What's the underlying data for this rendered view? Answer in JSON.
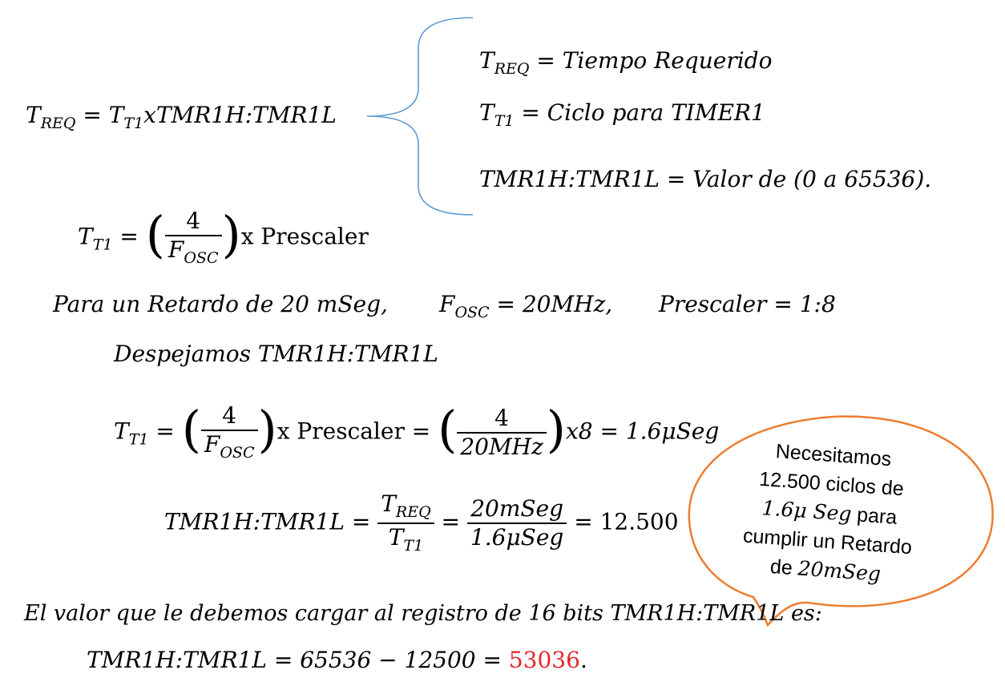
{
  "colors": {
    "text": "#000000",
    "brace": "#5b9bd5",
    "bubble": "#ed7d31",
    "highlight": "#e8262a"
  },
  "eq_main": {
    "T": "T",
    "sub_req": "REQ",
    "eq": " = ",
    "sub_t1": "T1",
    "rest": "xTMR1H:TMR1L"
  },
  "definitions": [
    {
      "sym": "T",
      "sub": "REQ",
      "text": " = Tiempo Requerido"
    },
    {
      "sym": "T",
      "sub": "T1",
      "text": " = Ciclo para TIMER1"
    },
    {
      "sym": "TMR1H:TMR1L",
      "sub": "",
      "text": " = Valor de (0 a 65536)."
    }
  ],
  "formula_tt1": {
    "T": "T",
    "sub": "T1",
    "eq": " = ",
    "num": "4",
    "den_f": "F",
    "den_sub": "OSC",
    "mult": "x Prescaler"
  },
  "conditions": {
    "retardo": "Para un Retardo de 20 mSeg,",
    "fosc_f": "F",
    "fosc_sub": "OSC",
    "fosc_val": " = 20MHz,",
    "prescaler": "Prescaler = 1:8"
  },
  "despejamos": "Despejamos TMR1H:TMR1L",
  "calc_tt1": {
    "T": "T",
    "sub": "T1",
    "eq": " = ",
    "num": "4",
    "den_f": "F",
    "den_sub": "OSC",
    "mult": "x Prescaler = ",
    "num2": "4",
    "den2": "20MHz",
    "result": "x8 = 1.6μSeg"
  },
  "calc_tmr": {
    "lhs": "TMR1H:TMR1L = ",
    "n1_t": "T",
    "n1_sub": "REQ",
    "d1_t": "T",
    "d1_sub": "T1",
    "eq1": " = ",
    "n2": "20mSeg",
    "d2": "1.6μSeg",
    "result": " = 12.500"
  },
  "conclusion": "El valor que le debemos cargar al registro de 16 bits TMR1H:TMR1L es:",
  "final": {
    "lhs": "TMR1H:TMR1L = 65536 − 12500 = ",
    "value": "53036",
    "dot": "."
  },
  "bubble": {
    "line1": "Necesitamos",
    "line2": "12.500 ciclos de",
    "line3a": "1.6μ Seg",
    "line3b": " para",
    "line4": "cumplir un Retardo",
    "line5a": "de ",
    "line5b": "20mSeg"
  }
}
